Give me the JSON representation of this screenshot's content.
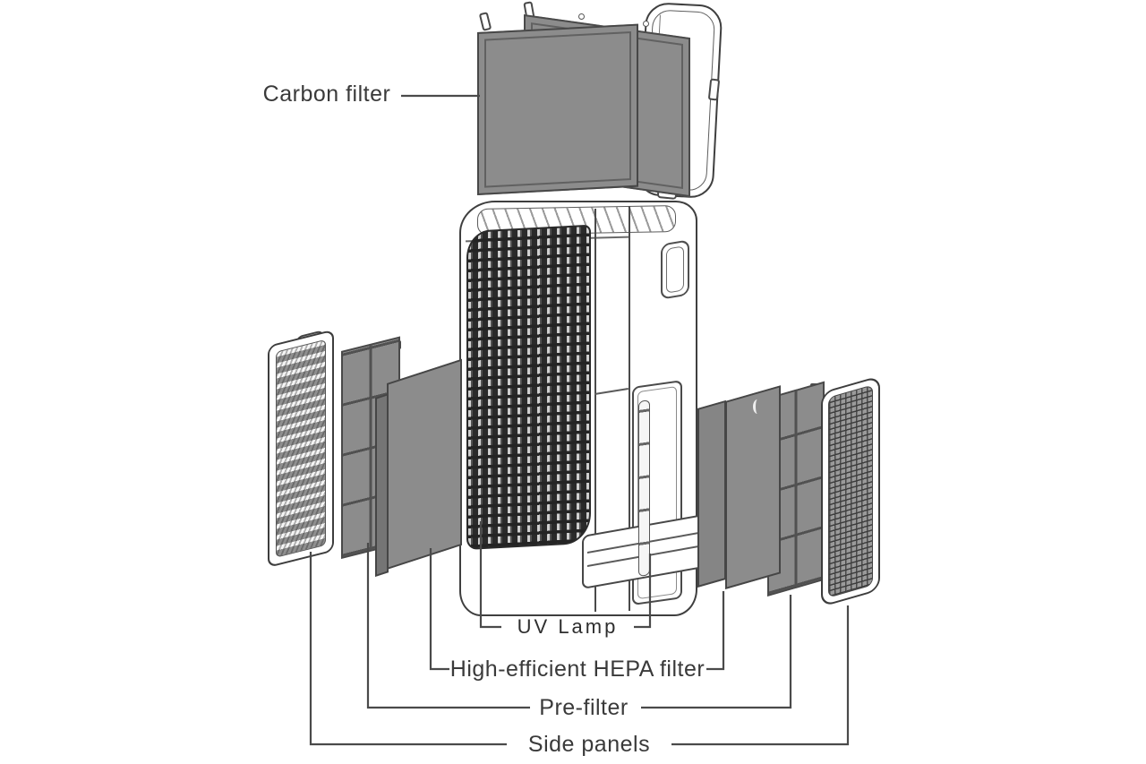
{
  "labels": {
    "carbon_filter": "Carbon filter",
    "uv_lamp": "UV Lamp",
    "hepa_filter": "High-efficient HEPA filter",
    "pre_filter": "Pre-filter",
    "side_panels": "Side panels"
  },
  "colors": {
    "panel_gray": "#8c8c8c",
    "outline": "#3f3f3f",
    "leader": "#4a4a4a",
    "label_text": "#3a3a3a",
    "grille_dark": "#262626"
  }
}
